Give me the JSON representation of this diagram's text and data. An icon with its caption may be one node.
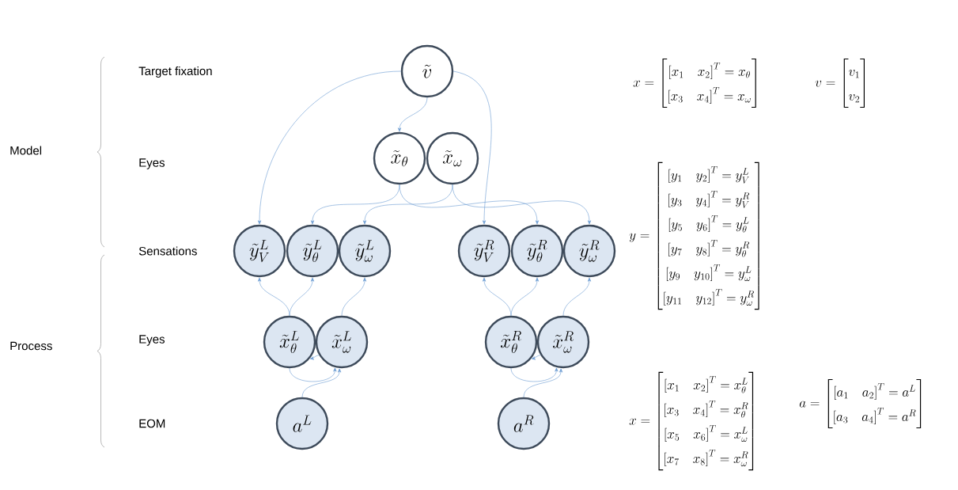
{
  "diagram": {
    "nodes": [
      {
        "text": [
          "\\tilde{v}"
        ]
      },
      {
        "text": [
          "\\tilde{x}_\\theta"
        ]
      },
      {
        "text": [
          "\\tilde{x}_\\omega"
        ]
      },
      {
        "text": [
          "\\tilde{y}^L_V"
        ]
      },
      {
        "text": [
          "\\tilde{y}^L_\\theta"
        ]
      },
      {
        "text": [
          "\\tilde{y}^L_\\omega"
        ]
      },
      {
        "text": [
          "\\tilde{y}^R_V"
        ]
      },
      {
        "text": [
          "\\tilde{y}^R_\\theta"
        ]
      },
      {
        "text": [
          "\\tilde{y}^R_\\omega"
        ]
      },
      {
        "text": [
          "\\tilde{x}^L_\\theta"
        ]
      },
      {
        "text": [
          "\\tilde{x}^L_\\omega"
        ]
      },
      {
        "text": [
          "\\tilde{x}^R_\\theta"
        ]
      },
      {
        "text": [
          "\\tilde{x}^R_\\omega"
        ]
      },
      {
        "text": [
          "a^L"
        ]
      },
      {
        "text": [
          "a^R"
        ]
      }
    ],
    "edges": [
      {
        "from": 0,
        "to": 1,
        "arrow": "to"
      },
      {
        "from": 0,
        "to": 3,
        "arrow": "to"
      },
      {
        "from": 0,
        "to": 6,
        "arrow": "to"
      },
      {
        "from": 1,
        "to": 4,
        "arrow": "to"
      },
      {
        "from": 1,
        "to": 7,
        "arrow": "to"
      },
      {
        "from": 2,
        "to": 5,
        "arrow": "to"
      },
      {
        "from": 2,
        "to": 8,
        "arrow": "to"
      },
      {
        "from": 9,
        "to": 3,
        "arrow": "to"
      },
      {
        "from": 9,
        "to": 4,
        "arrow": "to"
      },
      {
        "from": 10,
        "to": 5,
        "arrow": "to"
      },
      {
        "from": 10,
        "to": 9,
        "arrow": "to"
      },
      {
        "from": 9,
        "to": 10,
        "arrow": "to"
      },
      {
        "from": 13,
        "to": 10,
        "arrow": "to"
      },
      {
        "from": 11,
        "to": 6,
        "arrow": "to"
      },
      {
        "from": 11,
        "to": 7,
        "arrow": "to"
      },
      {
        "from": 12,
        "to": 8,
        "arrow": "to"
      },
      {
        "from": 12,
        "to": 11,
        "arrow": "to"
      },
      {
        "from": 11,
        "to": 12,
        "arrow": "to"
      },
      {
        "from": 14,
        "to": 12,
        "arrow": "to"
      }
    ],
    "labels": [
      "Model",
      "Process",
      "Target fixation",
      "Eyes",
      "Sensations",
      "Eyes",
      "EOM",
      "x=\\begin{bmatrix}\\left[x_1\\quad x_2\\right]^T=x_\\theta\\\\ \\left[x_3\\quad x_4\\right]^T=x_\\omega\\end{bmatrix}",
      "v=\\begin{bmatrix}v_1\\\\ v_2\\end{bmatrix}",
      "y=\\begin{bmatrix}\\left[y_1\\quad y_2\\right]^T=y^L_V\\\\ \\left[y_3\\quad y_4\\right]^T=y^R_V\\\\ \\left[y_5\\quad y_6\\right]^T=y^L_\\theta\\\\ \\left[y_7\\quad y_8\\right]^T=y^R_\\theta\\\\ \\left[y_9\\quad y_{10}\\right]^T=y^L_\\omega\\\\ \\left[y_{11}\\quad y_{12}\\right]^T=y^R_\\omega\\end{bmatrix}",
      "x=\\begin{bmatrix}\\left[x_1\\quad x_2\\right]^T=x^L_\\theta\\\\ \\left[x_3\\quad x_4\\right]^T=x^R_\\theta\\\\ \\left[x_5\\quad x_6\\right]^T=x^L_\\omega\\\\ \\left[x_7\\quad x_8\\right]^T=x^R_\\omega\\end{bmatrix}",
      "a=\\begin{bmatrix}\\left[a_1\\quad a_2\\right]^T=a^L\\\\ \\left[a_3\\quad a_4\\right]^T=a^R\\end{bmatrix}"
    ]
  }
}
